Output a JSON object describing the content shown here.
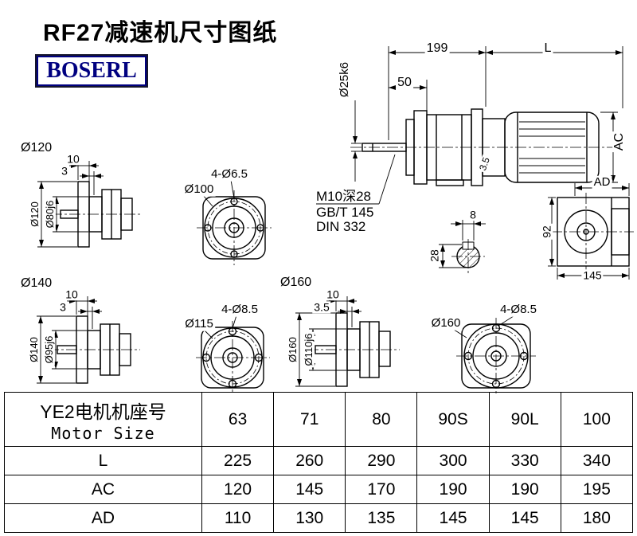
{
  "page": {
    "title": "RF27减速机尺寸图纸",
    "logo": "BOSERL"
  },
  "main_view": {
    "dim_gear_length": "199",
    "dim_motor_length": "L",
    "dim_shaft_length": "50",
    "dim_shaft_dia": "Ø25k6",
    "dim_motor_height": "AC",
    "dim_step": "3.5",
    "thread_note": "M10深28",
    "standard_note1": "GB/T 145",
    "standard_note2": "DIN 332"
  },
  "flange120_view": {
    "title": "Ø120",
    "dim_flange_thickness": "10",
    "dim_spigot_depth": "3",
    "dim_flange_od": "Ø120",
    "dim_spigot_dia": "Ø80j6"
  },
  "face100_view": {
    "dim_holes": "4-Ø6.5",
    "dim_bolt_circle": "Ø100"
  },
  "side_view": {
    "dim_ad": "AD",
    "dim_height": "92",
    "dim_width": "145"
  },
  "key_section": {
    "dim_key_width": "8",
    "dim_across": "28"
  },
  "flange140_view": {
    "title": "Ø140",
    "dim_flange_thickness": "10",
    "dim_spigot_depth": "3",
    "dim_flange_od": "Ø140",
    "dim_spigot_dia": "Ø95j6"
  },
  "face115_view": {
    "dim_holes": "4-Ø8.5",
    "dim_bolt_circle": "Ø115"
  },
  "flange160_view": {
    "title": "Ø160",
    "dim_flange_thickness": "10",
    "dim_spigot_depth": "3.5",
    "dim_flange_od": "Ø160",
    "dim_spigot_dia": "Ø110j6"
  },
  "face160_view": {
    "dim_holes": "4-Ø8.5",
    "dim_bolt_circle": "Ø160"
  },
  "table": {
    "header_cn": "YE2电机机座号",
    "header_en": "Motor Size",
    "motor_sizes": [
      "63",
      "71",
      "80",
      "90S",
      "90L",
      "100"
    ],
    "rows": [
      {
        "label": "L",
        "values": [
          "225",
          "260",
          "290",
          "300",
          "330",
          "340"
        ]
      },
      {
        "label": "AC",
        "values": [
          "120",
          "145",
          "170",
          "190",
          "190",
          "195"
        ]
      },
      {
        "label": "AD",
        "values": [
          "110",
          "130",
          "135",
          "145",
          "145",
          "180"
        ]
      }
    ]
  }
}
